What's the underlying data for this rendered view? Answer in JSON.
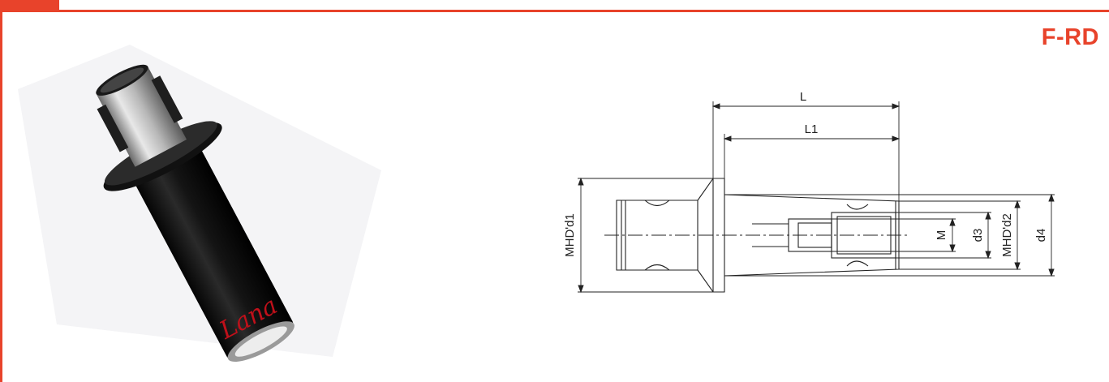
{
  "page": {
    "product_code": "F-RD",
    "accent_color": "#e8432b"
  },
  "photo": {
    "subject": "tool-holder-photo",
    "brand_script": "Lana"
  },
  "drawing": {
    "labels": {
      "L": "L",
      "L1": "L1",
      "d1": "MHD'd1",
      "M": "M",
      "d3": "d3",
      "d2": "MHD'd2",
      "d4": "d4"
    }
  }
}
